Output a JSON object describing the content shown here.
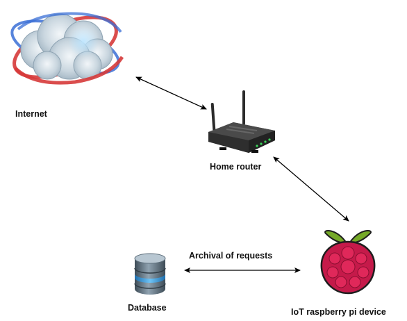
{
  "diagram": {
    "nodes": {
      "internet": {
        "label": "Internet",
        "icon": "cloud-internet-icon"
      },
      "router": {
        "label": "Home router",
        "icon": "wifi-router-icon"
      },
      "pi": {
        "label": "IoT raspberry pi device",
        "icon": "raspberry-pi-icon"
      },
      "database": {
        "label": "Database",
        "icon": "database-icon"
      }
    },
    "edges": [
      {
        "from": "internet",
        "to": "router",
        "label": "",
        "style": "bidirectional-arrow"
      },
      {
        "from": "router",
        "to": "pi",
        "label": "",
        "style": "bidirectional-arrow"
      },
      {
        "from": "database",
        "to": "pi",
        "label": "Archival of requests",
        "style": "bidirectional-arrow"
      }
    ],
    "colors": {
      "arrow": "#000000",
      "raspberry": "#c51a4a",
      "leaf": "#75a928",
      "router_body": "#2b2b2b",
      "db_body": "#5a6b78",
      "cloud_ring_red": "#d63a3a",
      "cloud_ring_blue": "#3a6fd6"
    }
  }
}
